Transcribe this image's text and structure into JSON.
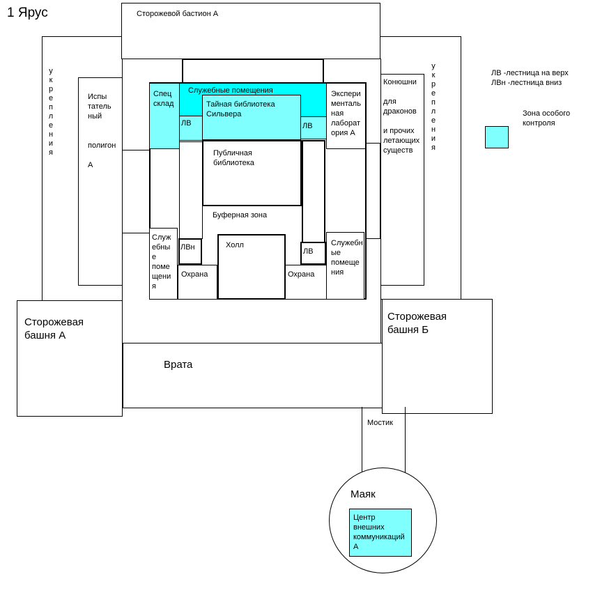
{
  "title": "1 Ярус",
  "legend": {
    "stairs_up": "ЛВ -лестница на верх",
    "stairs_down": "ЛВн -лестница вниз",
    "control_zone": "Зона особого\nконтроля",
    "control_zone_color": "#80ffff"
  },
  "rooms": {
    "bastion": "Сторожевой бастион А",
    "fortifications_left": "у\nк\nр\nе\nп\nл\nе\nн\nи\nя",
    "fortifications_right": "у\nк\nр\nе\nп\nл\nе\nн\nи\nя",
    "testing_ground": "Испы\nтатель\nный\n\n\nполигон\n\nА",
    "special_storage": "Спец\nсклад",
    "service_rooms_top": "Служебные помещения",
    "secret_library": "Тайная библиотека\nСильвера",
    "stairs_up_left": "ЛВ",
    "stairs_up_right": "ЛВ",
    "lab": "Экспери\nменталь\nная\nлаборат\nория А",
    "stables": "Конюшни\n\nдля\nдраконов\n\nи прочих\nлетающих\nсуществ",
    "public_library": "Публичная\nбиблиотека",
    "buffer_zone": "Буферная зона",
    "service_rooms_left": "Служ\nебны\nе\nпоме\nщени\nя",
    "stairs_down": "ЛВн",
    "hall": "Холл",
    "guard_left": "Охрана",
    "guard_right": "Охрана",
    "stairs_up_bottom": "ЛВ",
    "service_rooms_right": "Служебн\nые\nпомеще\nния",
    "tower_a": "Сторожевая\nбашня А",
    "tower_b": "Сторожевая\nбашня Б",
    "gate": "Врата",
    "bridge": "Мостик",
    "lighthouse": "Маяк",
    "comm_center": "Центр\nвнешних\nкоммуникаций\nА"
  }
}
